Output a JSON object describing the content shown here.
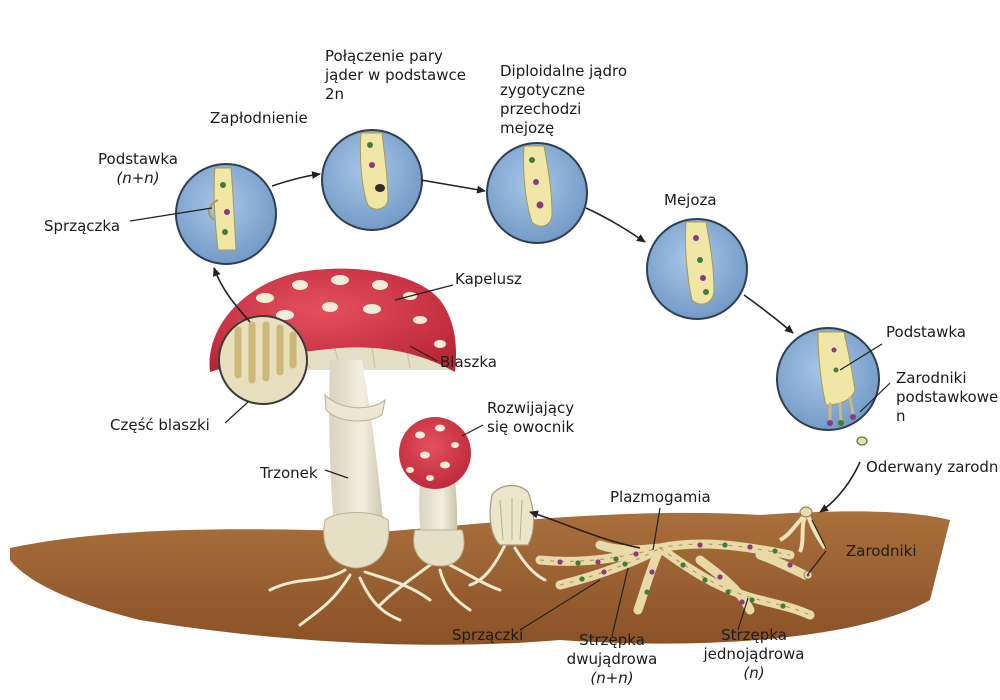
{
  "labels": {
    "podstawka_top": "Podstawka",
    "podstawka_top_ploidy": "(n+n)",
    "zaplodnienie": "Zapłodnienie",
    "polaczenie": [
      "Połączenie pary",
      "jąder w podstawce",
      "2n"
    ],
    "diploidalne": [
      "Diploidalne jądro",
      "zygotyczne",
      "przechodzi",
      "mejozę"
    ],
    "mejoza": "Mejoza",
    "sprzaczka": "Sprzączka",
    "kapelusz": "Kapelusz",
    "blaszka": "Blaszka",
    "czesc_blaszki": "Część blaszki",
    "rozwijajacy": [
      "Rozwijający",
      "się owocnik"
    ],
    "trzonek": "Trzonek",
    "podstawka_right": "Podstawka",
    "zarodniki_podstawkowe": [
      "Zarodniki",
      "podstawkowe",
      "n"
    ],
    "oderwany": "Oderwany zarodnik",
    "plazmogamia": "Plazmogamia",
    "zarodniki": "Zarodniki",
    "sprzaczki": "Sprzączki",
    "strzepka_dwu": [
      "Strzępka",
      "dwujądrowa"
    ],
    "strzepka_dwu_ploidy": "(n+n)",
    "strzepka_jedno": [
      "Strzępka",
      "jednojądrowa"
    ],
    "strzepka_jedno_ploidy": "(n)"
  },
  "colors": {
    "circle_fill": "#8fb4dc",
    "cap_red": "#d8394a",
    "soil": "#9b6233",
    "hypha_cream": "#efe3b8",
    "nucleus_purple": "#8a3a82",
    "nucleus_green": "#3f7d3a"
  }
}
